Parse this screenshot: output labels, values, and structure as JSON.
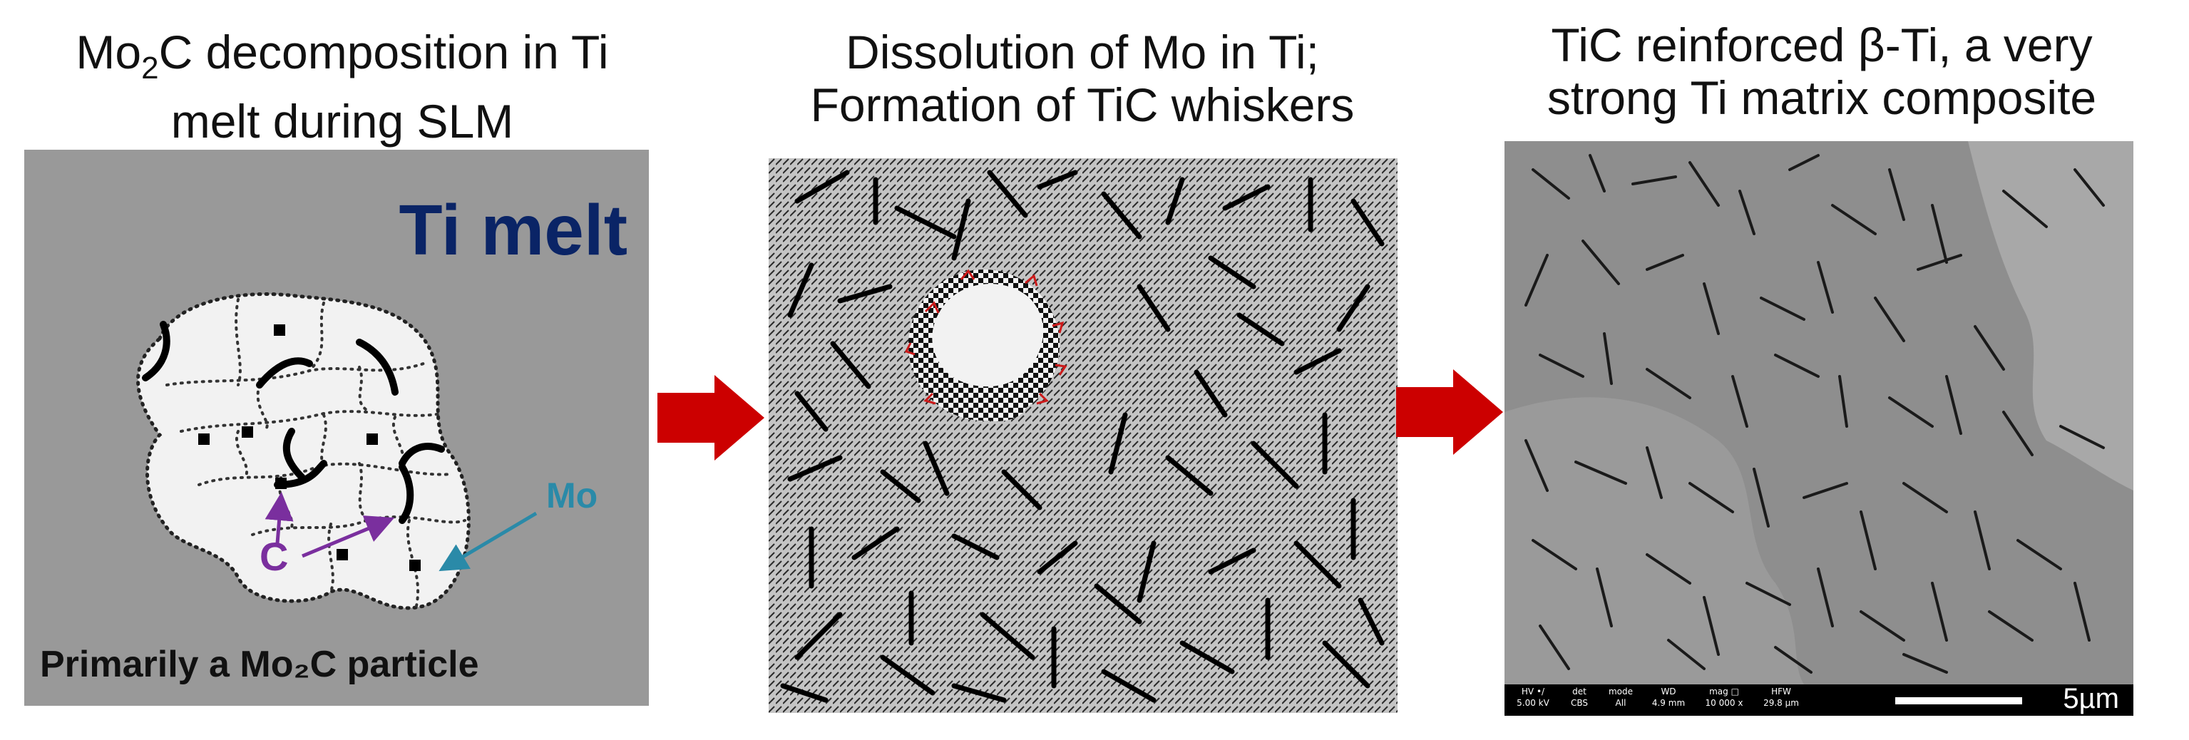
{
  "panel1": {
    "title_line1": "Mo",
    "title_sub": "2",
    "title_rest": "C decomposition in Ti",
    "title_line2": "melt during SLM",
    "melt_label": "Ti melt",
    "mo_label": "Mo",
    "c_label": "C",
    "particle_label": "Primarily a Mo₂C particle",
    "colors": {
      "background": "#999999",
      "melt_label": "#0a2466",
      "mo_arrow": "#2a8aa8",
      "c_arrow": "#7a2f9e"
    }
  },
  "panel2": {
    "title_line1": "Dissolution of Mo in Ti;",
    "title_line2": "Formation of TiC whiskers"
  },
  "panel3": {
    "title_line1": "TiC reinforced β-Ti, a very",
    "title_line2": "strong Ti matrix composite",
    "sem_bar": {
      "hv_label": "HV •/",
      "hv_value": "5.00 kV",
      "det_label": "det",
      "det_value": "CBS",
      "mode_label": "mode",
      "mode_value": "All",
      "wd_label": "WD",
      "wd_value": "4.9 mm",
      "mag_label": "mag □",
      "mag_value": "10 000 x",
      "hfw_label": "HFW",
      "hfw_value": "29.8 µm",
      "scale_label": "5µm"
    }
  },
  "arrows": {
    "color": "#cc0000"
  }
}
